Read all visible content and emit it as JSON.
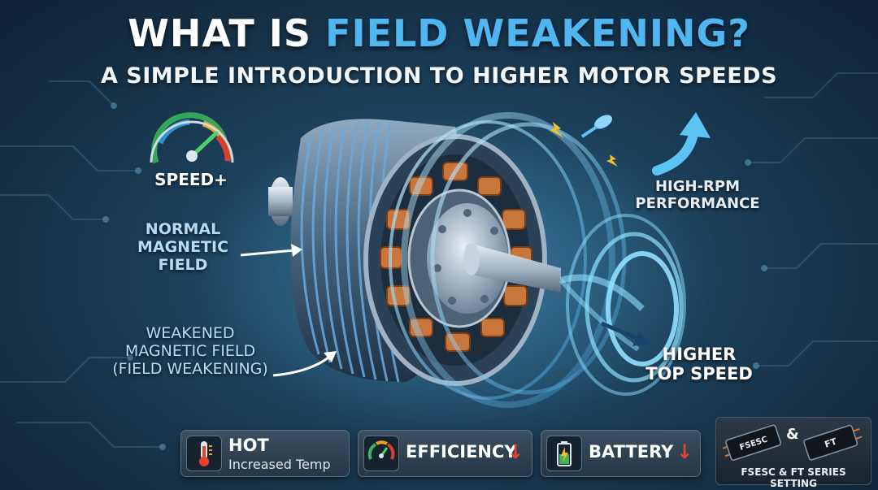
{
  "title": {
    "part1": "WHAT IS ",
    "part2": "FIELD WEAKENING?"
  },
  "subtitle": "A SIMPLE INTRODUCTION TO HIGHER MOTOR SPEEDS",
  "labels": {
    "speed": "SPEED+",
    "normal": [
      "NORMAL",
      "MAGNETIC",
      "FIELD"
    ],
    "weakened": [
      "WEAKENED",
      "MAGNETIC FIELD",
      "(FIELD WEAKENING)"
    ],
    "rpm": [
      "HIGH-RPM",
      "PERFORMANCE"
    ],
    "top_speed": [
      "HIGHER",
      "TOP SPEED"
    ]
  },
  "badges": {
    "hot": {
      "title": "HOT",
      "sub": "Increased Temp",
      "icon": "thermometer-icon"
    },
    "efficiency": {
      "title": "EFFICIENCY",
      "arrow": "↓",
      "icon": "gauge-icon"
    },
    "battery": {
      "title": "BATTERY",
      "arrow": "↓",
      "icon": "battery-icon"
    }
  },
  "series": {
    "label": "FSESC & FT SERIES SETTING",
    "amp": "&",
    "chip1": "FSESC",
    "chip2": "FT"
  },
  "colors": {
    "accent": "#4fb6f2",
    "field": "#63d0ff",
    "copper": "#c8763b",
    "warning": "#e8412e",
    "background": "#1b3e58"
  }
}
